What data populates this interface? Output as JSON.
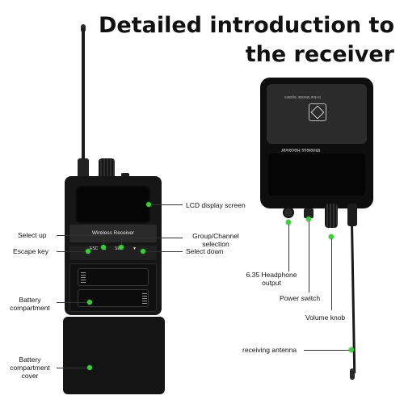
{
  "title": "Detailed introduction to the receiver",
  "left_device": {
    "label_text": "Wireless Receiver",
    "keys": [
      "ESC",
      "▲",
      "SET",
      "▼"
    ],
    "annotations": {
      "lcd": "LCD display screen",
      "select_up": "Select up",
      "group_channel": "Group/Channel selection",
      "escape": "Escape key",
      "select_down": "Select down",
      "battery_compartment": "Battery compartment",
      "battery_cover": "Battery compartment cover"
    }
  },
  "right_device": {
    "top_text": "In-Ear Monitor System",
    "label_text": "Wireless Receiver",
    "annotations": {
      "headphone": "6.35 Headphone output",
      "power_switch": "Power switch",
      "volume_knob": "Volume knob",
      "antenna": "receiving antenna"
    }
  },
  "colors": {
    "pointer_dot": "#3ccf3c",
    "device": "#161616"
  }
}
